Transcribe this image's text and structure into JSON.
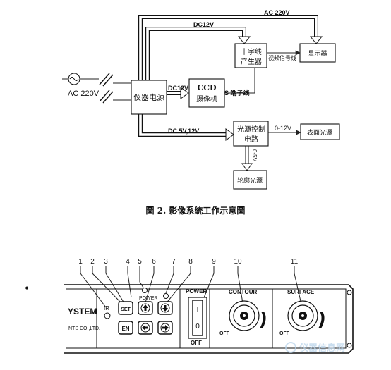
{
  "diagram1": {
    "caption": "圖 2. 影像系統工作示意圖",
    "blocks": {
      "power_unit": "仪器电源",
      "ccd_line1": "CCD",
      "ccd_line2": "摄像机",
      "crosshair_line1": "十字线",
      "crosshair_line2": "产生器",
      "display": "显示器",
      "light_ctrl_line1": "光源控制",
      "light_ctrl_line2": "电路",
      "surface_light": "表面光源",
      "contour_light": "轮廓光源"
    },
    "labels": {
      "ac_input": "AC 220V",
      "ac_to_display": "AC 220V",
      "dc12_top": "DC12V",
      "dc12_to_ccd": "DC12V",
      "s_terminal": "S 端子线",
      "video_line": "视频信号线",
      "dc5_12": "DC 5V,12V",
      "v0_12": "0-12V",
      "v0_5": "0-5V"
    }
  },
  "panel": {
    "callouts": [
      "1",
      "2",
      "3",
      "4",
      "5",
      "6",
      "7",
      "8",
      "9",
      "10",
      "11"
    ],
    "brand_text": "YSTEM",
    "company_text": "NTS CO.,LTD.",
    "ir_label": "IR",
    "set_label": "SET",
    "en_label": "EN",
    "power_label_top": "POWER",
    "power_switch_label": "POWER",
    "switch_on": "I",
    "switch_off": "0",
    "switch_off_label": "OFF",
    "contour_label": "CONTOUR",
    "surface_label": "SURFACE",
    "knob_off_label": "OFF",
    "bullet": "•",
    "watermark": "仪器信息网"
  },
  "colors": {
    "ink": "#111111",
    "background": "#ffffff",
    "watermark": "#b9d3ea"
  },
  "icons": [
    "up-arrow-icon",
    "down-arrow-icon",
    "left-arrow-icon",
    "right-arrow-icon",
    "ac-source-icon",
    "switch-contact-icon",
    "arc-indicator-icon"
  ]
}
